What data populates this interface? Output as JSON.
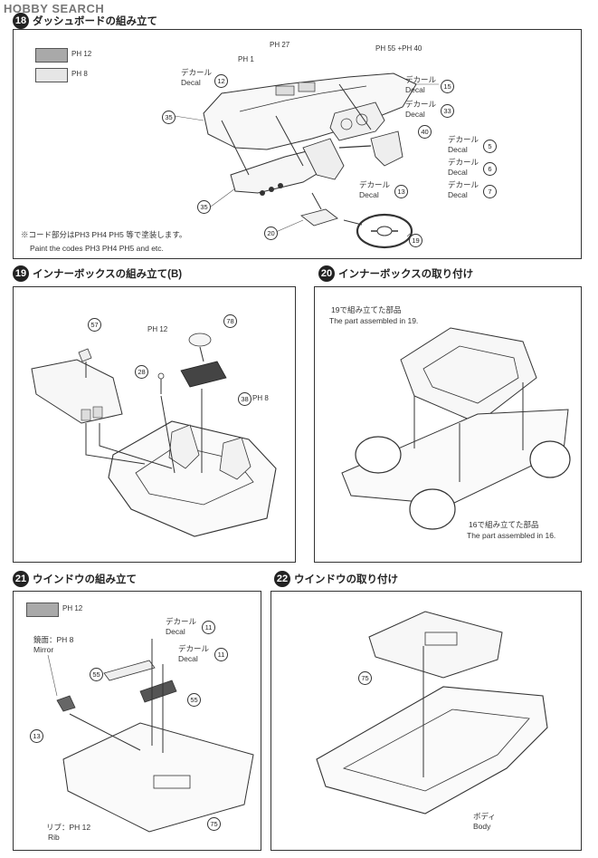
{
  "watermark": "HOBBY SEARCH",
  "steps": {
    "s18": {
      "number": "18",
      "title": "ダッシュボードの組み立て",
      "swatches": [
        {
          "code": "PH 12",
          "color": "#a9a9a9"
        },
        {
          "code": "PH 8",
          "color": "#e6e6e6"
        }
      ],
      "paint_refs": {
        "p27": "PH 27",
        "p1": "PH 1",
        "p55_40": "PH 55 +PH 40"
      },
      "decal_ja": "デカール",
      "decal_en": "Decal",
      "parts": {
        "p12": "12",
        "p35a": "35",
        "p35b": "35",
        "p15": "15",
        "p33": "33",
        "p40": "40",
        "p5": "5",
        "p6": "6",
        "p7": "7",
        "p13": "13",
        "p20": "20",
        "p19": "19"
      },
      "note_ja": "※コード部分はPH3 PH4 PH5 等で塗装します。",
      "note_en": "Paint the codes PH3 PH4 PH5 and etc."
    },
    "s19": {
      "number": "19",
      "title": "インナーボックスの組み立て(B)",
      "paint_refs": {
        "p12": "PH 12",
        "p8": "PH 8"
      },
      "parts": {
        "p57": "57",
        "p78": "78",
        "p28": "28",
        "p38": "38"
      }
    },
    "s20": {
      "number": "20",
      "title": "インナーボックスの取り付け",
      "note1_ja": "19で組み立てた部品",
      "note1_en": "The part assembled in 19.",
      "note2_ja": "16で組み立てた部品",
      "note2_en": "The part assembled in 16."
    },
    "s21": {
      "number": "21",
      "title": "ウインドウの組み立て",
      "swatch": {
        "code": "PH 12",
        "color": "#a9a9a9"
      },
      "mirror_ja": "鏡面：PH 8",
      "mirror_en": "Mirror",
      "decal_ja": "デカール",
      "decal_en": "Decal",
      "rib_ja": "リブ：PH 12",
      "rib_en": "Rib",
      "parts": {
        "p11a": "11",
        "p11b": "11",
        "p55a": "55",
        "p55b": "55",
        "p13": "13",
        "p75": "75"
      }
    },
    "s22": {
      "number": "22",
      "title": "ウインドウの取り付け",
      "body_ja": "ボディ",
      "body_en": "Body",
      "parts": {
        "p75": "75"
      }
    }
  }
}
